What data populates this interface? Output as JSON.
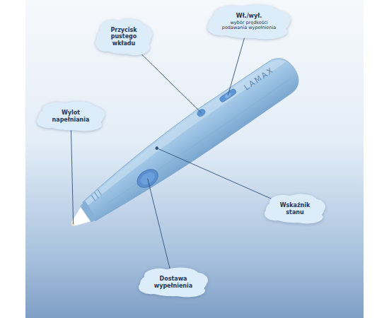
{
  "diagram": {
    "nodes": [
      {
        "text": [
          "Wł./wył.",
          "wybór prędkości podawania wypełnienia"
        ]
      },
      {
        "text": [
          "Przycisk pustego wkładu"
        ]
      },
      {
        "text": [
          "Wylot napełniania"
        ]
      },
      {
        "text": [
          "Wskaźnik stanu"
        ]
      },
      {
        "text": [
          "Dostawa wypełnienia"
        ]
      }
    ],
    "labels": [
      "LAMAX"
    ]
  }
}
